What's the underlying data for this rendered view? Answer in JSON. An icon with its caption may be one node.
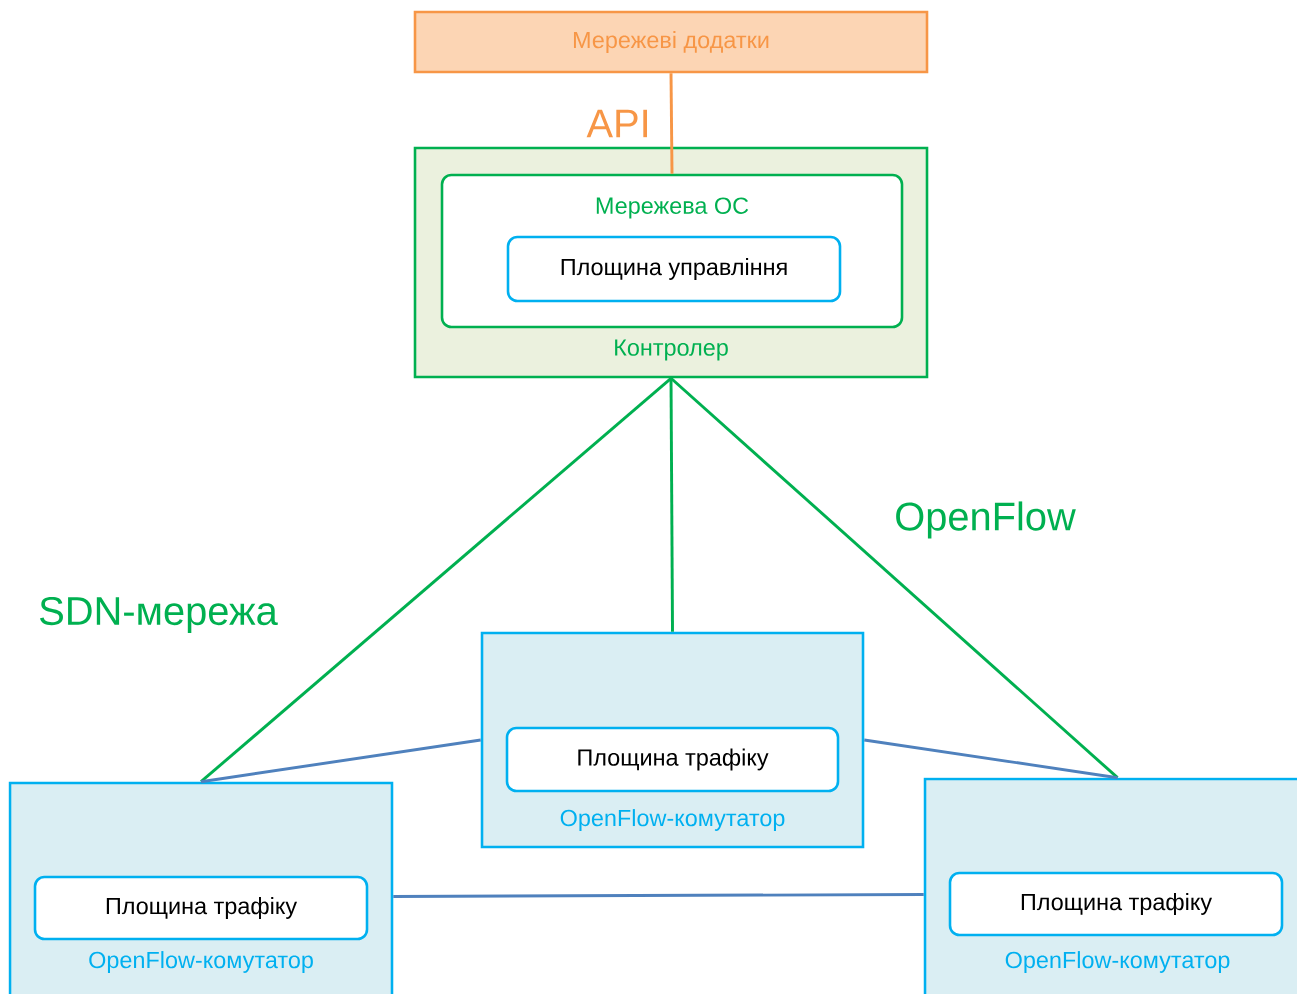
{
  "diagram": {
    "nodes": [
      {
        "text": [
          "Мережеві додатки"
        ]
      },
      {
        "text": [
          "Контролер"
        ]
      },
      {
        "text": [
          "Мережева ОС"
        ],
        "in": 1
      },
      {
        "text": [
          "Площина управління"
        ],
        "in": 2
      },
      {
        "text": [
          "OpenFlow-комутатор"
        ]
      },
      {
        "text": [
          "Площина трафіку"
        ],
        "in": 4
      },
      {
        "text": [
          "OpenFlow-комутатор"
        ]
      },
      {
        "text": [
          "Площина трафіку"
        ],
        "in": 6
      },
      {
        "text": [
          "OpenFlow-комутатор"
        ]
      },
      {
        "text": [
          "Площина трафіку"
        ],
        "in": 8
      }
    ],
    "edges": [
      {
        "from": 0,
        "to": 2,
        "arrow": "none",
        "label": "API",
        "color": "#f79646"
      },
      {
        "from": 1,
        "to": 6,
        "arrow": "none",
        "color": "#00b050"
      },
      {
        "from": 1,
        "to": 4,
        "arrow": "none",
        "color": "#00b050"
      },
      {
        "from": 1,
        "to": 8,
        "arrow": "none",
        "color": "#00b050"
      },
      {
        "from": 6,
        "to": 4,
        "arrow": "none",
        "color": "#4f81bd"
      },
      {
        "from": 4,
        "to": 8,
        "arrow": "none",
        "color": "#4f81bd"
      },
      {
        "from": 6,
        "to": 8,
        "arrow": "none",
        "color": "#4f81bd"
      }
    ],
    "labels": [
      "OpenFlow",
      "SDN-мережа"
    ]
  }
}
